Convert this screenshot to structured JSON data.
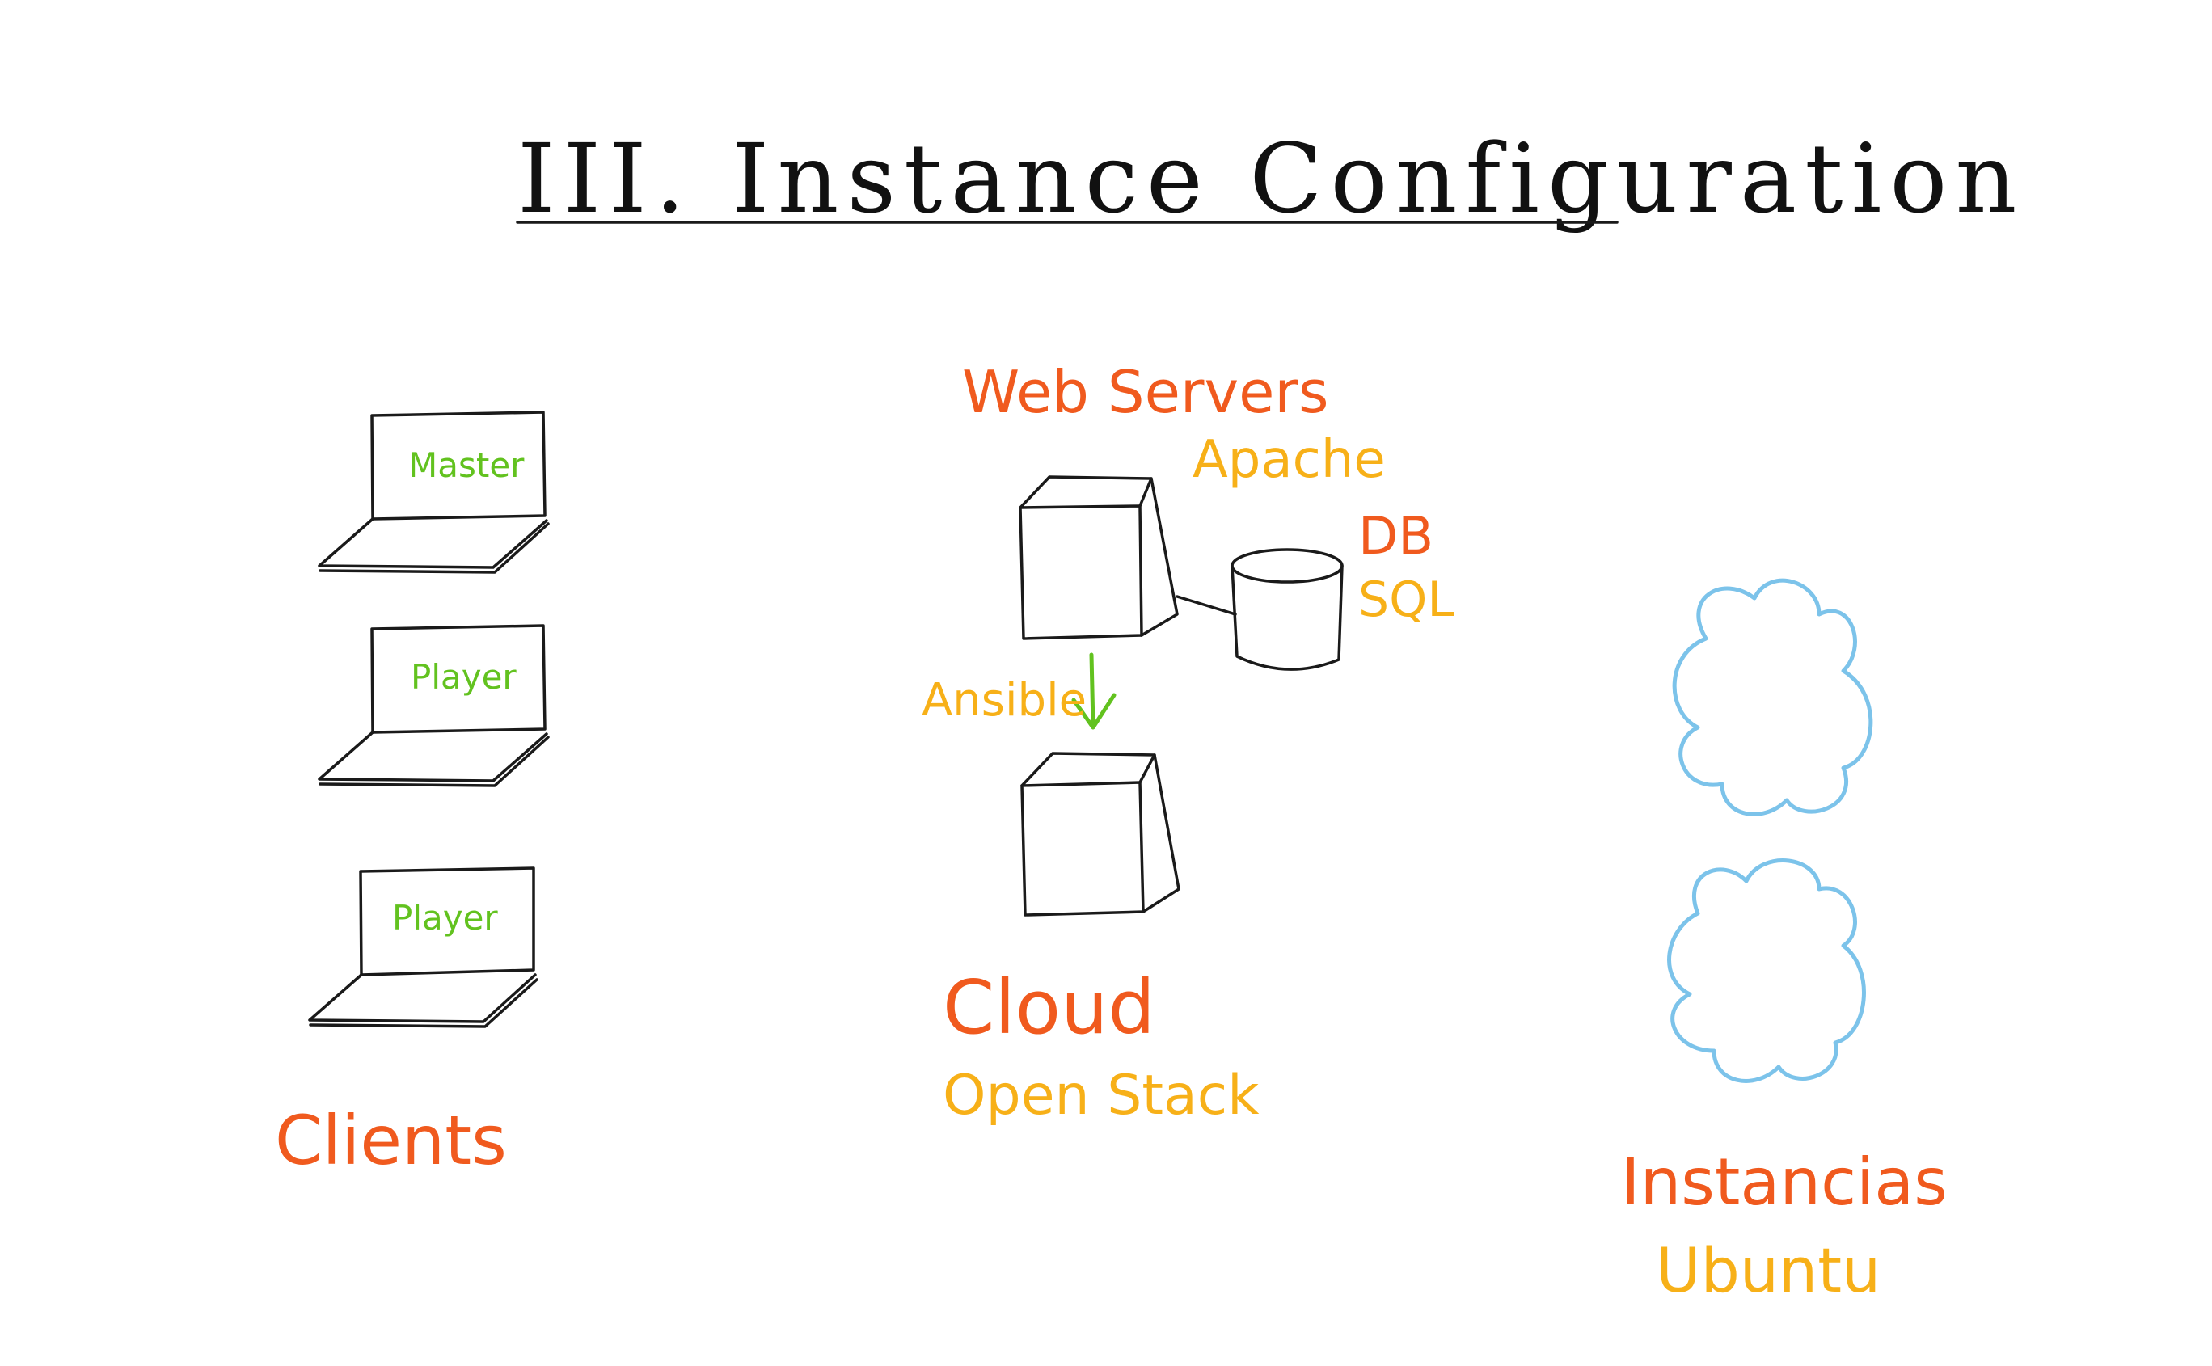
{
  "title": "III. Instance Configuration",
  "colors": {
    "ink": "#1a1a1a",
    "orange": "#f05a1e",
    "yellow": "#f7b018",
    "green": "#62c21f",
    "cloud_blue": "#7cc3ea"
  },
  "clients": {
    "label": "Clients",
    "laptops": [
      "Master",
      "Player",
      "Player"
    ]
  },
  "servers": {
    "heading": "Web Servers",
    "software": "Apache",
    "db_label": "DB",
    "db_type": "SQL",
    "arrow_label": "Ansible",
    "platform_label": "Cloud",
    "platform_name": "Open Stack"
  },
  "instances": {
    "label": "Instancias",
    "os": "Ubuntu"
  }
}
